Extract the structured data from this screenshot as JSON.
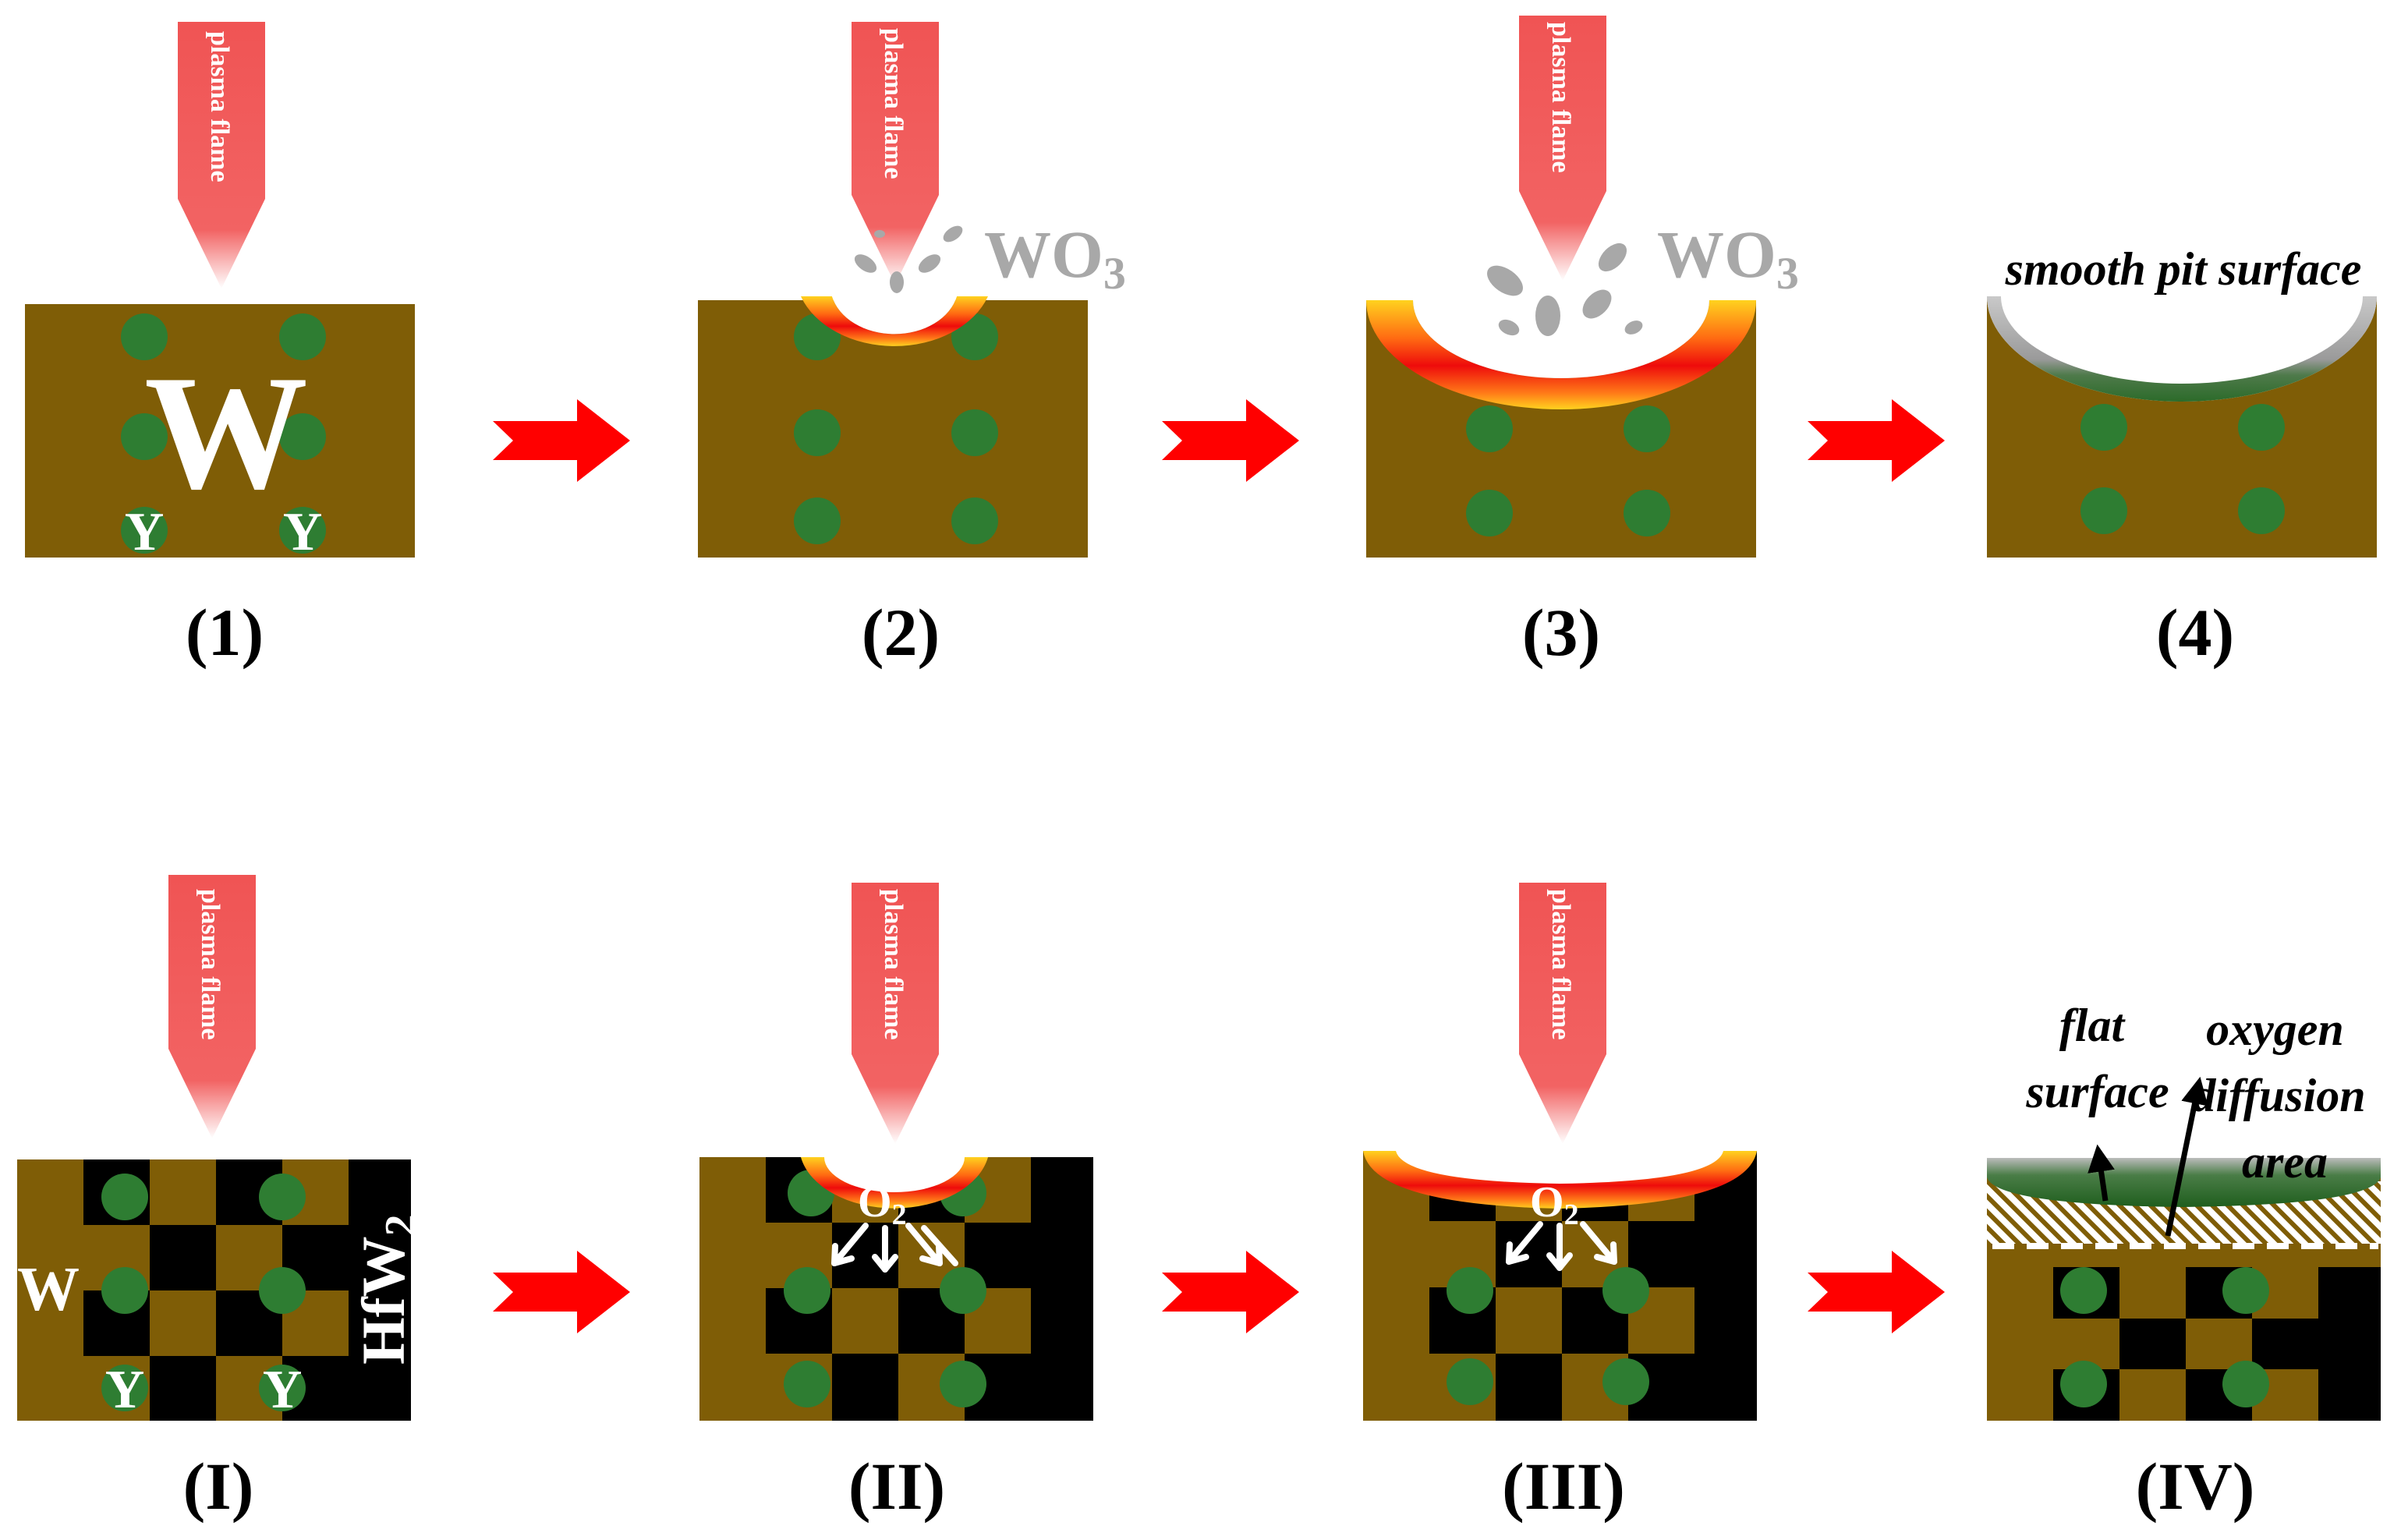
{
  "labels": {
    "plasma_flame": "plasma flame",
    "wo3_main": "WO",
    "wo3_sub": "3",
    "o2_main": "O",
    "o2_sub": "2",
    "w": "W",
    "y": "Y",
    "hfw2_main": "HfW",
    "hfw2_sub": "2",
    "smooth_pit_surface": "smooth pit surface",
    "flat_line1": "flat",
    "flat_line2": "surface",
    "oxygen_line1": "oxygen",
    "oxygen_line2": "diffusion",
    "oxygen_line3": "area"
  },
  "captions": {
    "p1": "(1)",
    "p2": "(2)",
    "p3": "(3)",
    "p4": "(4)",
    "pI": "(I)",
    "pII": "(II)",
    "pIII": "(III)",
    "pIV": "(IV)"
  },
  "colors": {
    "matrix_w": "#7f5d06",
    "hfw2": "#000000",
    "y_particle": "#2e7d32",
    "arrow": "#ff0000",
    "flame": "#f05454",
    "oxide": "#a8a8a8"
  }
}
